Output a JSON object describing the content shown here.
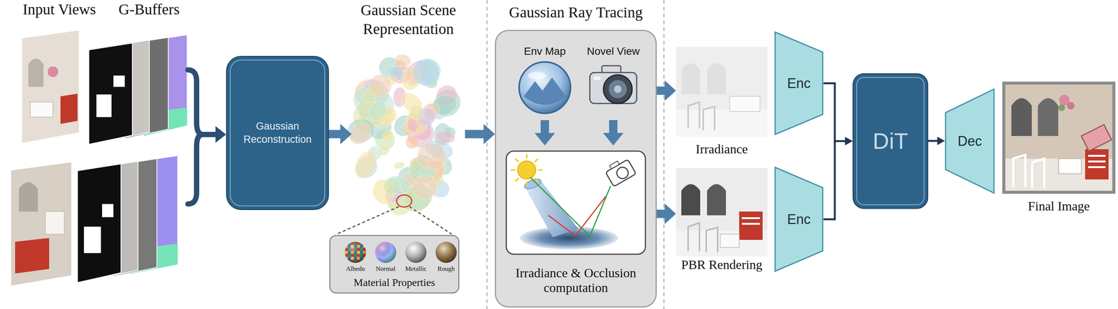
{
  "diagram": {
    "nodes": [
      {
        "text": [
          "Input Views",
          "G-Buffers"
        ]
      },
      {
        "text": [
          "Gaussian Reconstruction"
        ]
      },
      {
        "text": [
          "Gaussian Scene Representation"
        ]
      },
      {
        "text": [
          "Material Properties"
        ]
      },
      {
        "text": [
          "Gaussian Ray Tracing",
          "Irradiance & Occlusion computation"
        ]
      },
      {
        "text": [
          "Irradiance"
        ]
      },
      {
        "text": [
          "Enc"
        ]
      },
      {
        "text": [
          "PBR Rendering"
        ]
      },
      {
        "text": [
          "Enc"
        ]
      },
      {
        "text": [
          "DiT"
        ]
      },
      {
        "text": [
          "Dec"
        ]
      },
      {
        "text": [
          "Final Image"
        ]
      }
    ],
    "edges": [
      {
        "from": 0,
        "to": 1,
        "arrow": "to"
      },
      {
        "from": 1,
        "to": 2,
        "arrow": "to"
      },
      {
        "from": 2,
        "to": 4,
        "arrow": "to"
      },
      {
        "from": 4,
        "to": 5,
        "arrow": "to"
      },
      {
        "from": 4,
        "to": 7,
        "arrow": "to"
      },
      {
        "from": 6,
        "to": 9,
        "arrow": "to"
      },
      {
        "from": 8,
        "to": 9,
        "arrow": "to"
      },
      {
        "from": 9,
        "to": 10,
        "arrow": "to"
      }
    ],
    "labels": [
      "Env Map",
      "Novel View",
      "Albedo",
      "Normal",
      "Metallic",
      "Rough"
    ]
  }
}
